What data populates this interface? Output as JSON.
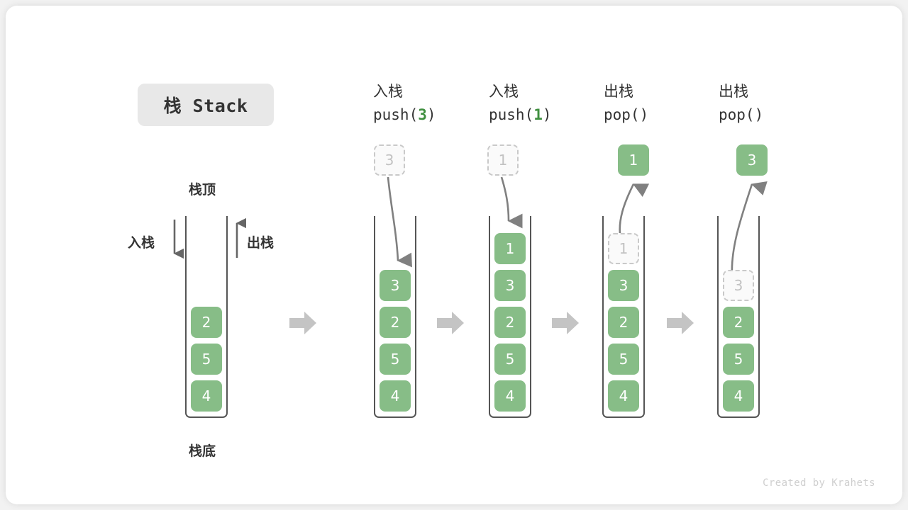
{
  "figure": {
    "title": "栈 Stack",
    "credit": "Created by Krahets",
    "accent_green": "#87bd87",
    "ghost_gray": "#c2c2c2",
    "rail_color": "#555555",
    "arrow_gray": "#808080"
  },
  "annotations": {
    "top_label": "栈顶",
    "bottom_label": "栈底",
    "push_side_label": "入栈",
    "pop_side_label": "出栈"
  },
  "columns": [
    {
      "id": "initial",
      "header_line1": "",
      "header_line2": "",
      "header_arg": "",
      "stack": [
        "2",
        "5",
        "4"
      ],
      "ghost_in_stack": null,
      "floating_box": null,
      "floating_ghost": null
    },
    {
      "id": "push-3",
      "header_line1": "入栈",
      "header_line2_prefix": "push(",
      "header_arg": "3",
      "header_line2_suffix": ")",
      "stack": [
        "3",
        "2",
        "5",
        "4"
      ],
      "ghost_in_stack": null,
      "floating_ghost": "3",
      "floating_box": null
    },
    {
      "id": "push-1",
      "header_line1": "入栈",
      "header_line2_prefix": "push(",
      "header_arg": "1",
      "header_line2_suffix": ")",
      "stack": [
        "1",
        "3",
        "2",
        "5",
        "4"
      ],
      "ghost_in_stack": null,
      "floating_ghost": "1",
      "floating_box": null
    },
    {
      "id": "pop-1",
      "header_line1": "出栈",
      "header_line2_prefix": "pop(",
      "header_arg": "",
      "header_line2_suffix": ")",
      "stack": [
        "3",
        "2",
        "5",
        "4"
      ],
      "ghost_in_stack": "1",
      "floating_box": "1",
      "floating_ghost": null
    },
    {
      "id": "pop-2",
      "header_line1": "出栈",
      "header_line2_prefix": "pop(",
      "header_arg": "",
      "header_line2_suffix": ")",
      "stack": [
        "2",
        "5",
        "4"
      ],
      "ghost_in_stack": "3",
      "floating_box": "3",
      "floating_ghost": null
    }
  ],
  "chart_data": {
    "type": "diagram",
    "title": "栈 Stack",
    "description": "Stack push/pop operation sequence",
    "steps": [
      {
        "label": "",
        "stack_top_to_bottom": [
          "2",
          "5",
          "4"
        ]
      },
      {
        "label": "push(3)",
        "stack_top_to_bottom": [
          "3",
          "2",
          "5",
          "4"
        ]
      },
      {
        "label": "push(1)",
        "stack_top_to_bottom": [
          "1",
          "3",
          "2",
          "5",
          "4"
        ]
      },
      {
        "label": "pop()",
        "stack_top_to_bottom": [
          "3",
          "2",
          "5",
          "4"
        ],
        "returned": "1"
      },
      {
        "label": "pop()",
        "stack_top_to_bottom": [
          "2",
          "5",
          "4"
        ],
        "returned": "3"
      }
    ]
  }
}
